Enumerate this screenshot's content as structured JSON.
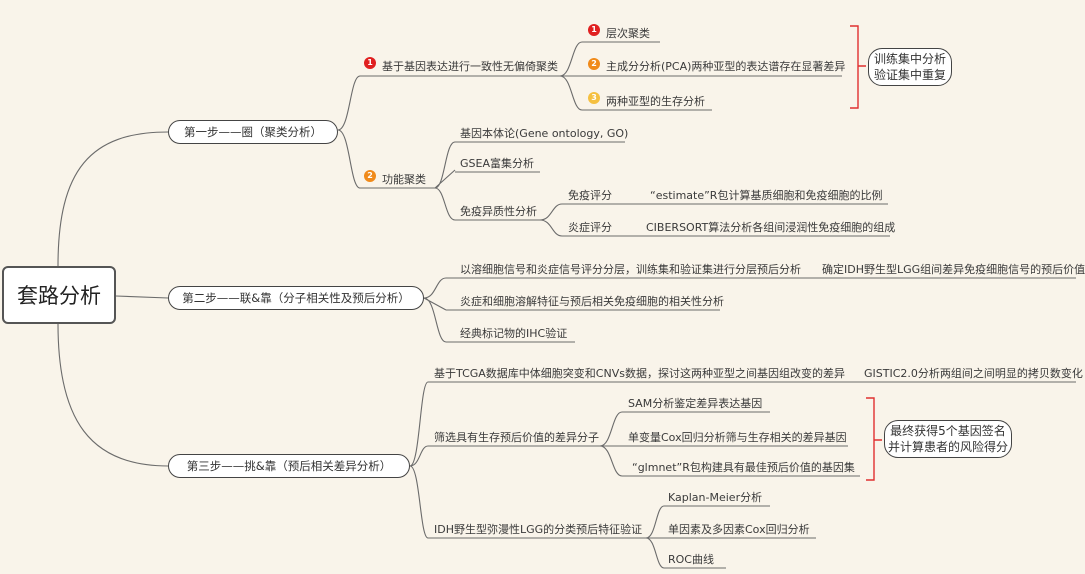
{
  "root": {
    "label": "套路分析"
  },
  "steps": [
    {
      "label": "第一步——圈（聚类分析）",
      "children": [
        {
          "badge": "1",
          "label": "基于基因表达进行一致性无偏倚聚类",
          "children": [
            {
              "badge": "1",
              "label": "层次聚类"
            },
            {
              "badge": "2",
              "label": "主成分分析(PCA)两种亚型的表达谱存在显著差异"
            },
            {
              "badge": "3",
              "label": "两种亚型的生存分析"
            }
          ],
          "note": [
            "训练集中分析",
            "验证集中重复"
          ]
        },
        {
          "badge": "2",
          "label": "功能聚类",
          "children": [
            {
              "label": "基因本体论(Gene ontology, GO)"
            },
            {
              "label": "GSEA富集分析"
            },
            {
              "label": "免疫异质性分析",
              "children": [
                {
                  "label": "免疫评分",
                  "detail": "“estimate”R包计算基质细胞和免疫细胞的比例"
                },
                {
                  "label": "炎症评分",
                  "detail": "CIBERSORT算法分析各组间浸润性免疫细胞的组成"
                }
              ]
            }
          ]
        }
      ]
    },
    {
      "label": "第二步——联&靠（分子相关性及预后分析）",
      "children": [
        {
          "label": "以溶细胞信号和炎症信号评分分层，训练集和验证集进行分层预后分析",
          "detail": "确定IDH野生型LGG组间差异免疫细胞信号的预后价值"
        },
        {
          "label": "炎症和细胞溶解特征与预后相关免疫细胞的相关性分析"
        },
        {
          "label": "经典标记物的IHC验证"
        }
      ]
    },
    {
      "label": "第三步——挑&靠（预后相关差异分析）",
      "children": [
        {
          "label": "基于TCGA数据库中体细胞突变和CNVs数据，探讨这两种亚型之间基因组改变的差异",
          "detail": "GISTIC2.0分析两组间之间明显的拷贝数变化"
        },
        {
          "label": "筛选具有生存预后价值的差异分子",
          "children": [
            {
              "label": "SAM分析鉴定差异表达基因"
            },
            {
              "label": "单变量Cox回归分析筛与生存相关的差异基因"
            },
            {
              "label": "“glmnet”R包构建具有最佳预后价值的基因集"
            }
          ],
          "note": [
            "最终获得5个基因签名",
            "并计算患者的风险得分"
          ]
        },
        {
          "label": "IDH野生型弥漫性LGG的分类预后特征验证",
          "children": [
            {
              "label": "Kaplan-Meier分析"
            },
            {
              "label": "单因素及多因素Cox回归分析"
            },
            {
              "label": "ROC曲线"
            }
          ]
        }
      ]
    }
  ],
  "colors": {
    "background": "#f9f4ea",
    "line": "#6b6b6b",
    "bracket": "#e03030",
    "badge1": "#e02020",
    "badge2": "#f08a1a",
    "badge3": "#f5c040"
  }
}
